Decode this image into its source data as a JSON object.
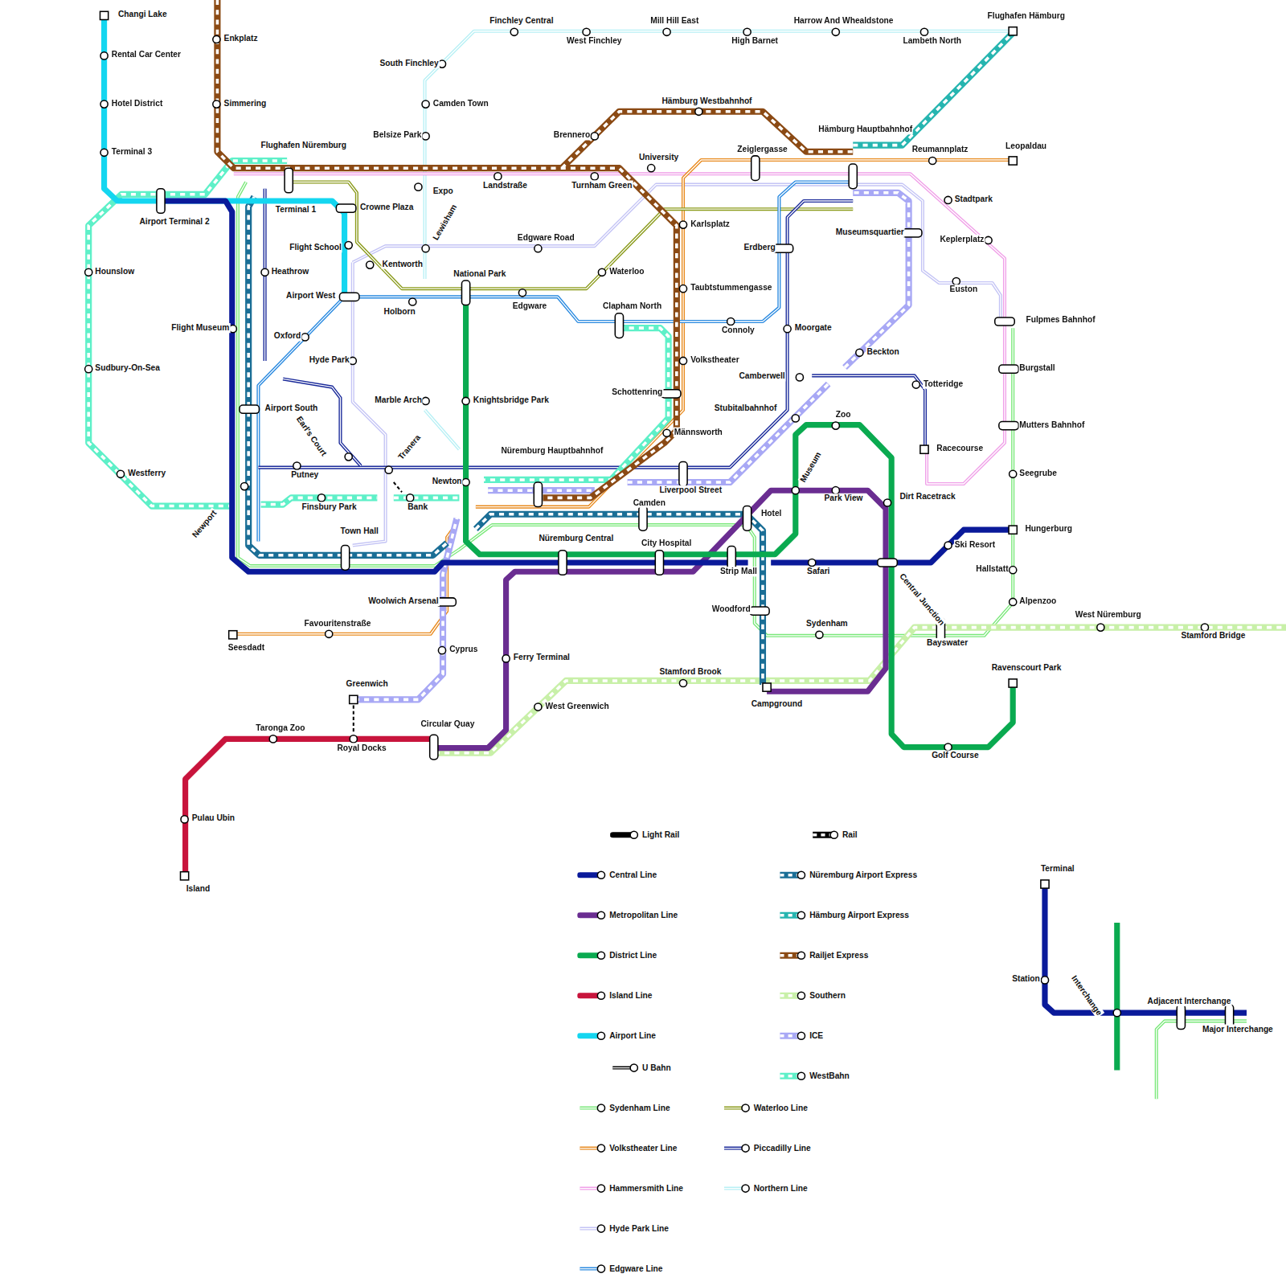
{
  "diagram": {
    "labels": [
      "Changi Lake",
      "Rental Car Center",
      "Hotel District",
      "Terminal 3",
      "Enkplatz",
      "Simmering",
      "Flughafen Nüremburg",
      "Airport Terminal 2",
      "Terminal 1",
      "Crowne Plaza",
      "Heathrow",
      "Hounslow",
      "Flight School",
      "Kentworth",
      "Airport West",
      "Flight Museum",
      "Oxford",
      "Hyde Park",
      "Sudbury-On-Sea",
      "Airport South",
      "Earl's Court",
      "Westferry",
      "Putney",
      "Newport",
      "Finsbury Park",
      "Town Hall",
      "Tranera",
      "Bank",
      "Expo",
      "Lewisham",
      "Holborn",
      "Marble Arch",
      "Newton",
      "National Park",
      "Knightsbridge Park",
      "Landstraße",
      "Edgware Road",
      "Edgware",
      "Nüremburg Hauptbahnhof",
      "Nüremburg Central",
      "Woolwich Arsenal",
      "Favouritenstraße",
      "Seesdadt",
      "Cyprus",
      "Greenwich",
      "Ferry Terminal",
      "West Greenwich",
      "Circular Quay",
      "Taronga Zoo",
      "Royal Docks",
      "Pulau Ubin",
      "Island",
      "Finchley Central",
      "West Finchley",
      "Mill Hill East",
      "High Barnet",
      "Harrow And Whealdstone",
      "Lambeth North",
      "Flughafen Hämburg",
      "South Finchley",
      "Camden Town",
      "Belsize Park",
      "Brennero",
      "Hämburg Westbahnhof",
      "Hämburg Hauptbahnhof",
      "University",
      "Zeiglergasse",
      "Reumannplatz",
      "Leopaldau",
      "Turnham Green",
      "Karlsplatz",
      "Waterloo",
      "Taubtstummengasse",
      "Clapham North",
      "Connoly",
      "Volkstheater",
      "Schottenring",
      "Männsworth",
      "Liverpool Street",
      "Camden",
      "City Hospital",
      "Hotel",
      "Strip Mall",
      "Woodford",
      "Stamford Brook",
      "Campground",
      "Erdberg",
      "Moorgate",
      "Camberwell",
      "Stubitalbahnhof",
      "Museumsquartier",
      "Beckton",
      "Totteridge",
      "Racecourse",
      "Zoo",
      "Museum",
      "Park View",
      "Dirt Racetrack",
      "Safari",
      "Central Junction",
      "Sydenham",
      "Stadtpark",
      "Keplerplatz",
      "Euston",
      "Fulpmes Bahnhof",
      "Burgstall",
      "Mutters Bahnhof",
      "Seegrube",
      "Hungerburg",
      "Ski Resort",
      "Hallstatt",
      "Alpenzoo",
      "West Nüremburg",
      "Stamford Bridge",
      "Bayswater",
      "Ravenscourt Park",
      "Golf Course",
      "Terminal",
      "Station",
      "Interchange",
      "Adjacent Interchange",
      "Major Interchange"
    ],
    "legend": [
      {
        "text": "Light Rail",
        "color": "#000000"
      },
      {
        "text": "Rail",
        "color": "#000000"
      },
      {
        "text": "Central Line",
        "color": "#0a1a9a"
      },
      {
        "text": "Nüremburg Airport Express",
        "color": "#1a6e96"
      },
      {
        "text": "Metropolitan Line",
        "color": "#6a2d91"
      },
      {
        "text": "Hämburg Airport Express",
        "color": "#26b5b0"
      },
      {
        "text": "District Line",
        "color": "#0aaa50"
      },
      {
        "text": "Railjet Express",
        "color": "#8b4a14"
      },
      {
        "text": "Island Line",
        "color": "#c8143c"
      },
      {
        "text": "Southern",
        "color": "#c8f0a8"
      },
      {
        "text": "Airport Line",
        "color": "#14d6f0"
      },
      {
        "text": "ICE",
        "color": "#a8a8f5"
      },
      {
        "text": "U Bahn",
        "color": "#000000"
      },
      {
        "text": "WestBahn",
        "color": "#5ef0c8"
      },
      {
        "text": "Sydenham Line",
        "color": "#7ae87a"
      },
      {
        "text": "Waterloo Line",
        "color": "#8a9a1a"
      },
      {
        "text": "Volkstheater Line",
        "color": "#e88a1e"
      },
      {
        "text": "Piccadilly Line",
        "color": "#1a2a9a"
      },
      {
        "text": "Hammersmith Line",
        "color": "#f0a0e8"
      },
      {
        "text": "Northern Line",
        "color": "#b8f0f5"
      },
      {
        "text": "Hyde Park Line",
        "color": "#c4c4f5"
      },
      {
        "text": "Edgware Line",
        "color": "#2a8ae0"
      }
    ]
  }
}
